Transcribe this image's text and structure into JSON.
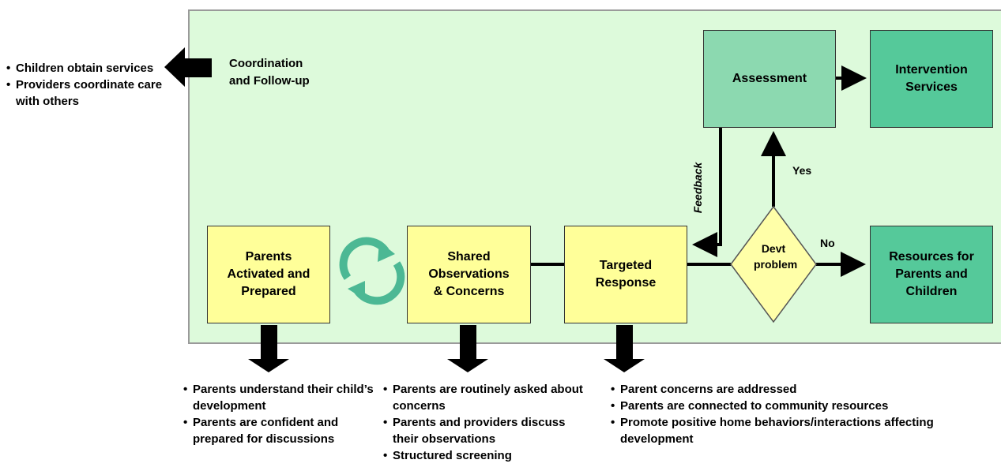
{
  "coordination": {
    "text": "Coordination\nand Follow-up"
  },
  "outcomes_left": [
    "Children obtain services",
    "Providers coordinate care with others"
  ],
  "boxes": {
    "assessment": "Assessment",
    "intervention": "Intervention\nServices",
    "parents": "Parents\nActivated and\nPrepared",
    "shared": "Shared\nObservations\n& Concerns",
    "targeted": "Targeted\nResponse",
    "resources": "Resources for\nParents and\nChildren"
  },
  "decision": {
    "text": "Devt\nproblem",
    "yes_label": "Yes",
    "no_label": "No"
  },
  "feedback_label": "Feedback",
  "bullets_parents": [
    "Parents understand their child’s development",
    "Parents are confident and prepared for discussions"
  ],
  "bullets_shared": [
    "Parents are routinely asked about concerns",
    "Parents and providers discuss their observations",
    "Structured screening"
  ],
  "bullets_targeted": [
    "Parent concerns are addressed",
    "Parents are connected to community resources",
    "Promote  positive home behaviors/interactions affecting development"
  ],
  "colors": {
    "panel": "#ddfadb",
    "yellow": "#ffff99",
    "teal_light": "#8cd9b0",
    "teal_dark": "#55c99a",
    "cycle": "#4cb894"
  }
}
